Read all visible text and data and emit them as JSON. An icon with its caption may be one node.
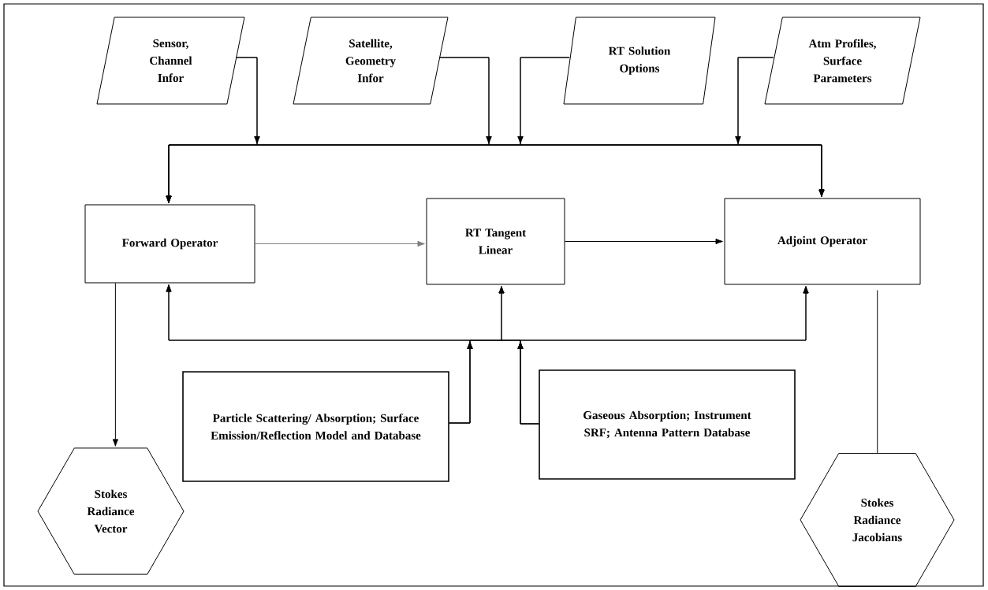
{
  "diagram": {
    "nodes": [
      {
        "text": [
          "Sensor, Channel Infor"
        ]
      },
      {
        "text": [
          "Satellite, Geometry Infor"
        ]
      },
      {
        "text": [
          "RT Solution Options"
        ]
      },
      {
        "text": [
          "Atm Profiles, Surface Parameters"
        ]
      },
      {
        "text": [
          "Forward Operator"
        ]
      },
      {
        "text": [
          "RT Tangent Linear"
        ]
      },
      {
        "text": [
          "Adjoint Operator"
        ]
      },
      {
        "text": [
          "Particle Scattering/ Absorption; Surface Emission/Reflection Model and Database"
        ]
      },
      {
        "text": [
          "Gaseous Absorption; Instrument SRF; Antenna Pattern  Database"
        ]
      },
      {
        "text": [
          "Stokes Radiance Vector"
        ]
      },
      {
        "text": [
          "Stokes Radiance Jacobians"
        ]
      }
    ],
    "edges": [
      {
        "from": 0,
        "to": 4,
        "arrow": "to"
      },
      {
        "from": 0,
        "to": 6,
        "arrow": "to"
      },
      {
        "from": 1,
        "to": 4,
        "arrow": "to"
      },
      {
        "from": 1,
        "to": 6,
        "arrow": "to"
      },
      {
        "from": 2,
        "to": 4,
        "arrow": "to"
      },
      {
        "from": 2,
        "to": 6,
        "arrow": "to"
      },
      {
        "from": 3,
        "to": 4,
        "arrow": "to"
      },
      {
        "from": 3,
        "to": 6,
        "arrow": "to"
      },
      {
        "from": 4,
        "to": 5,
        "arrow": "to",
        "color": "#808080"
      },
      {
        "from": 5,
        "to": 6,
        "arrow": "to"
      },
      {
        "from": 7,
        "to": 4,
        "arrow": "to"
      },
      {
        "from": 7,
        "to": 5,
        "arrow": "to"
      },
      {
        "from": 7,
        "to": 6,
        "arrow": "to"
      },
      {
        "from": 8,
        "to": 4,
        "arrow": "to"
      },
      {
        "from": 8,
        "to": 5,
        "arrow": "to"
      },
      {
        "from": 8,
        "to": 6,
        "arrow": "to"
      },
      {
        "from": 4,
        "to": 9,
        "arrow": "to"
      },
      {
        "from": 6,
        "to": 10,
        "arrow": "none"
      }
    ]
  }
}
